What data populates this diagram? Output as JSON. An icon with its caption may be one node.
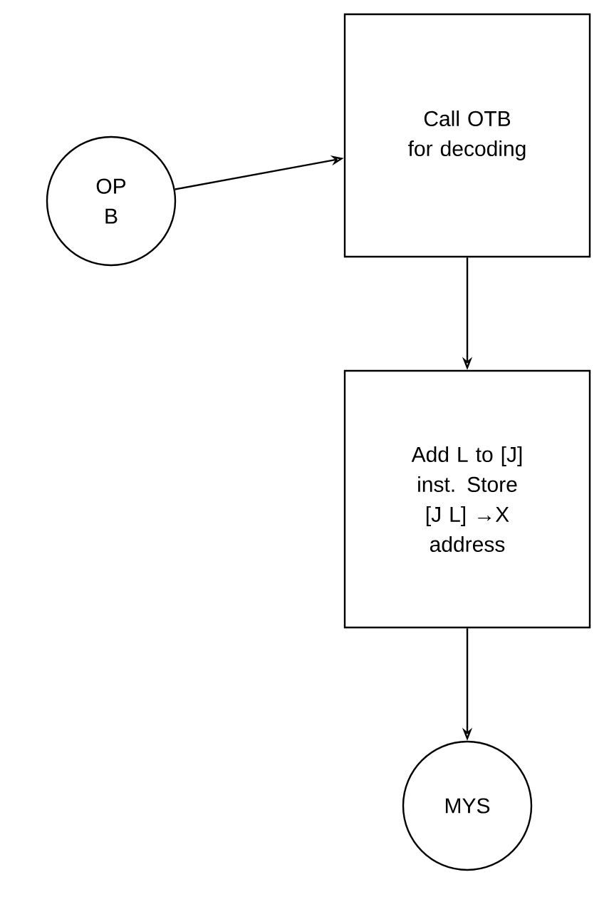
{
  "diagram": {
    "nodes": [
      {
        "text": [
          "OP B"
        ]
      },
      {
        "text": [
          "Call OTB for decoding"
        ]
      },
      {
        "text": [
          "Add L to [J] inst. Store [J L] →X address"
        ]
      },
      {
        "text": [
          "MYS"
        ]
      }
    ],
    "edges": [
      {
        "from": 0,
        "to": 1,
        "arrow": "to"
      },
      {
        "from": 1,
        "to": 2,
        "arrow": "to"
      },
      {
        "from": 2,
        "to": 3,
        "arrow": "to"
      }
    ]
  }
}
